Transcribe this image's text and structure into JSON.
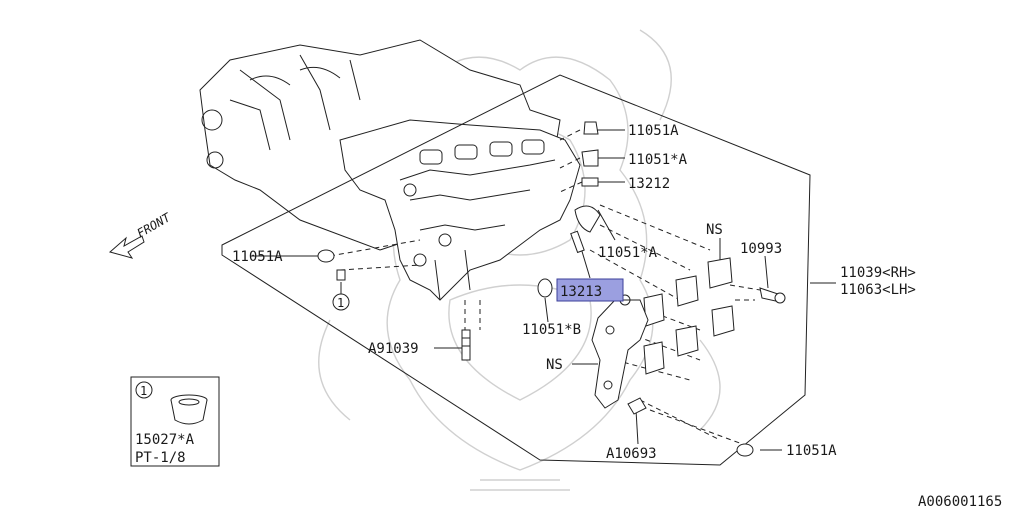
{
  "labels": {
    "p_11051A_top": "11051A",
    "p_11051A_star_1": "11051*A",
    "p_13212": "13212",
    "p_11051A_star_2": "11051*A",
    "p_NS_1": "NS",
    "p_10993": "10993",
    "p_11039": "11039<RH>",
    "p_11063": "11063<LH>",
    "p_11051A_left": "11051A",
    "p_13213": "13213",
    "p_11051B": "11051*B",
    "p_A91039": "A91039",
    "p_NS_2": "NS",
    "p_A10693": "A10693",
    "p_11051A_bottom": "11051A",
    "front": "FRONT",
    "callout_num": "1",
    "inset_num": "1",
    "inset_part": "15027*A",
    "inset_spec": "PT-1/8",
    "diagram_id": "A006001165"
  },
  "colors": {
    "highlight": "#9b9fe0",
    "highlight_border": "#3b3f9a",
    "line": "#222222",
    "watermark": "#d0d0d0"
  }
}
